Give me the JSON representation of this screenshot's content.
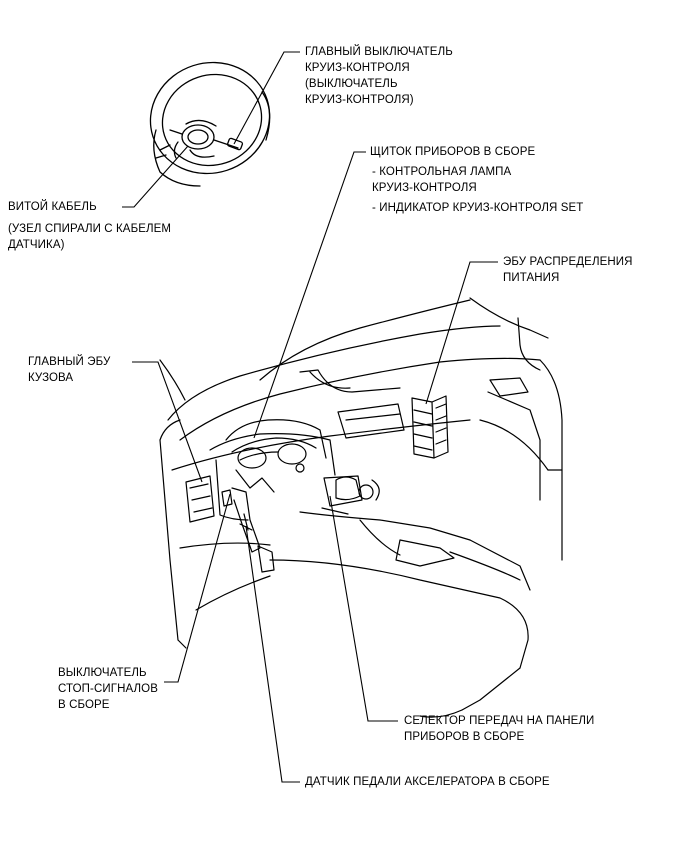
{
  "labels": {
    "cruise_main_switch": {
      "lines": [
        "ГЛАВНЫЙ ВЫКЛЮЧАТЕЛЬ",
        "КРУИЗ-КОНТРОЛЯ",
        "(ВЫКЛЮЧАТЕЛЬ",
        "КРУИЗ-КОНТРОЛЯ)"
      ]
    },
    "spiral_cable": {
      "title": "ВИТОЙ КАБЕЛЬ",
      "sub": [
        "(УЗЕЛ СПИРАЛИ С КАБЕЛЕМ",
        "ДАТЧИКА)"
      ]
    },
    "combination_meter": {
      "title": "ЩИТОК ПРИБОРОВ В СБОРЕ",
      "items": [
        "- КОНТРОЛЬНАЯ ЛАМПА",
        "КРУИЗ-КОНТРОЛЯ",
        "- ИНДИКАТОР КРУИЗ-КОНТРОЛЯ SET"
      ]
    },
    "power_distribution_ecu": {
      "lines": [
        "ЭБУ РАСПРЕДЕЛЕНИЯ",
        "ПИТАНИЯ"
      ]
    },
    "main_body_ecu": {
      "lines": [
        "ГЛАВНЫЙ ЭБУ",
        "КУЗОВА"
      ]
    },
    "stop_light_switch": {
      "lines": [
        "ВЫКЛЮЧАТЕЛЬ",
        "СТОП-СИГНАЛОВ",
        "В СБОРЕ"
      ]
    },
    "shift_selector": {
      "lines": [
        "СЕЛЕКТОР ПЕРЕДАЧ НА ПАНЕЛИ",
        "ПРИБОРОВ В СБОРЕ"
      ]
    },
    "accelerator_pedal_sensor": {
      "lines": [
        "ДАТЧИК ПЕДАЛИ АКСЕЛЕРАТОРА В СБОРЕ"
      ]
    }
  }
}
